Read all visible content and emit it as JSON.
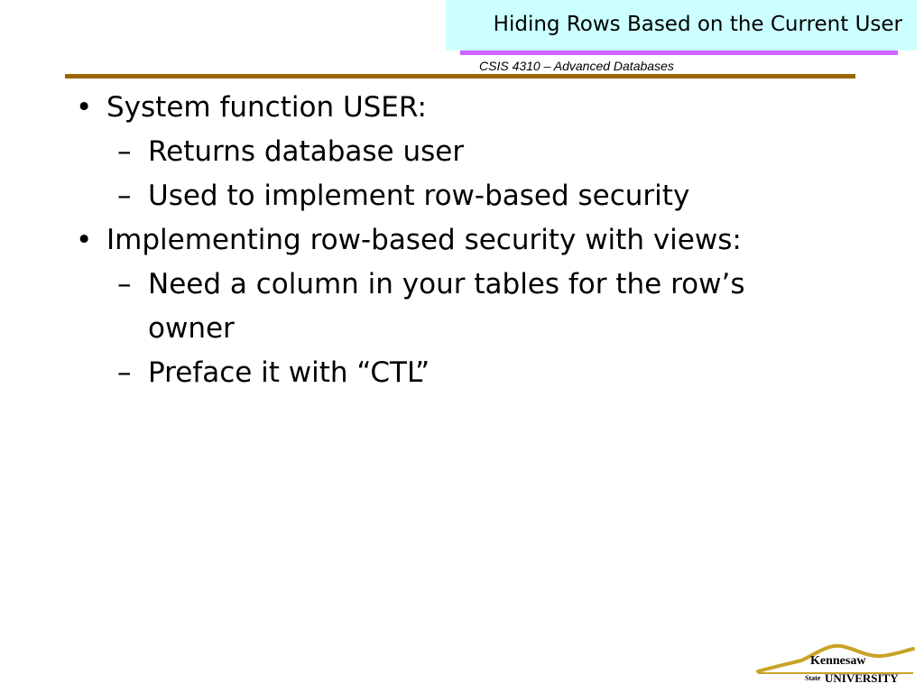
{
  "slide": {
    "title": "Hiding Rows Based on the Current User",
    "course": "CSIS 4310 – Advanced Databases",
    "colors": {
      "title_background": "#ccffff",
      "accent_line": "#cc66ff",
      "rule_line": "#996600"
    }
  },
  "bullets": [
    {
      "marker": "•",
      "text": "System function USER:"
    },
    {
      "marker": "–",
      "text": "Returns database user"
    },
    {
      "marker": "–",
      "text": "Used to implement row-based security"
    },
    {
      "marker": "•",
      "text": "Implementing row-based security with views:"
    },
    {
      "marker": "–",
      "text": "Need a column in your tables for the row’s"
    },
    {
      "marker": "",
      "text": "owner"
    },
    {
      "marker": "–",
      "text": "Preface it with “CTL”"
    }
  ],
  "logo": {
    "line1": "Kennesaw",
    "line2_small": "State",
    "line2_big": "UNIVERSITY",
    "color": "#c9a227"
  }
}
